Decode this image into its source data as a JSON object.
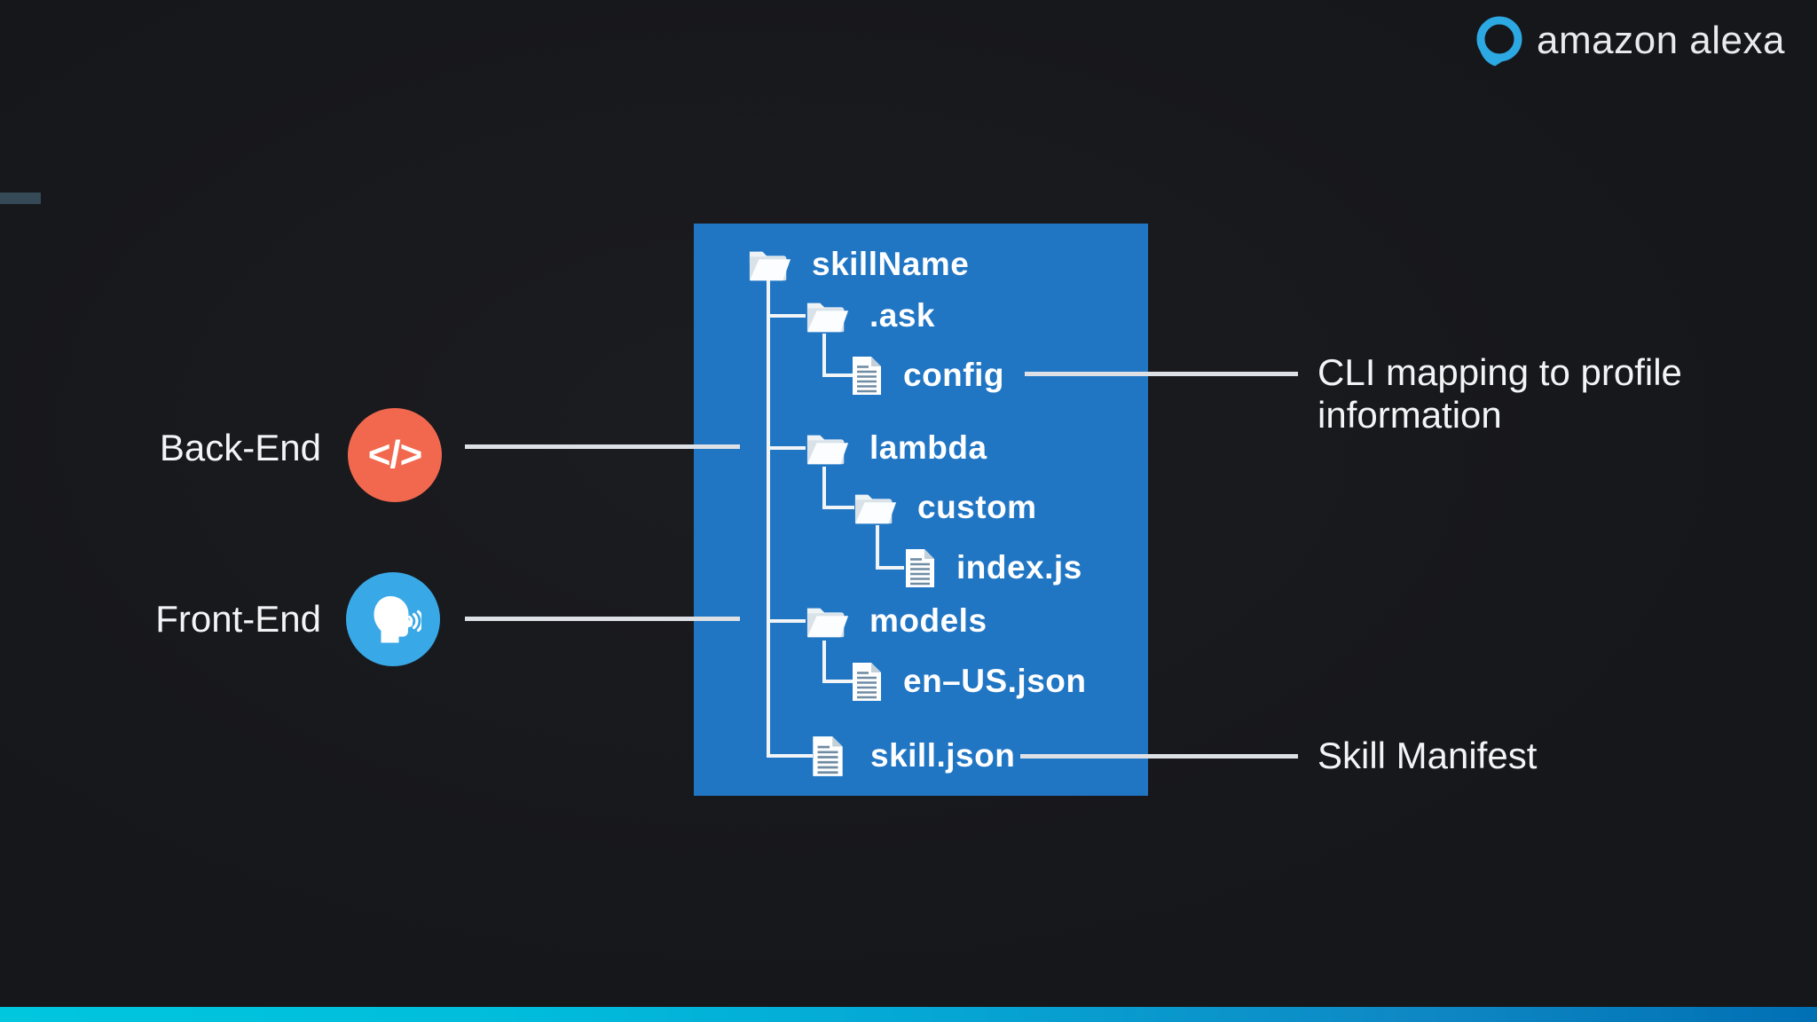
{
  "brand": {
    "logo_text": "amazon alexa"
  },
  "icons": {
    "logo": "alexa-ring-icon",
    "back_end": "code-icon",
    "front_end": "speech-head-icon",
    "folder": "folder-icon",
    "file": "file-icon",
    "code_glyph": "</>"
  },
  "colors": {
    "background": "#17181C",
    "tree_box": "#2176C4",
    "tree_text": "#FFFFFF",
    "connector": "#DDE1E5",
    "backend_badge": "#F2684F",
    "frontend_badge": "#38A9E6",
    "alexa_ring": "#2CA8E2",
    "bottom_bar_left": "#00C6DE",
    "bottom_bar_right": "#0070B4"
  },
  "tree": {
    "rows": [
      {
        "label": "skillName",
        "type": "folder",
        "level": 0
      },
      {
        "label": ".ask",
        "type": "folder",
        "level": 1
      },
      {
        "label": "config",
        "type": "file",
        "level": 2
      },
      {
        "label": "lambda",
        "type": "folder",
        "level": 1
      },
      {
        "label": "custom",
        "type": "folder",
        "level": 2
      },
      {
        "label": "index.js",
        "type": "file",
        "level": 3
      },
      {
        "label": "models",
        "type": "folder",
        "level": 1
      },
      {
        "label": "en–US.json",
        "type": "file",
        "level": 2
      },
      {
        "label": "skill.json",
        "type": "file",
        "level": 1
      }
    ]
  },
  "annotations": {
    "back_end": {
      "label": "Back-End"
    },
    "front_end": {
      "label": "Front-End"
    },
    "config_note": {
      "line1": "CLI mapping to profile",
      "line2": "information"
    },
    "manifest_note": {
      "label": "Skill Manifest"
    }
  }
}
